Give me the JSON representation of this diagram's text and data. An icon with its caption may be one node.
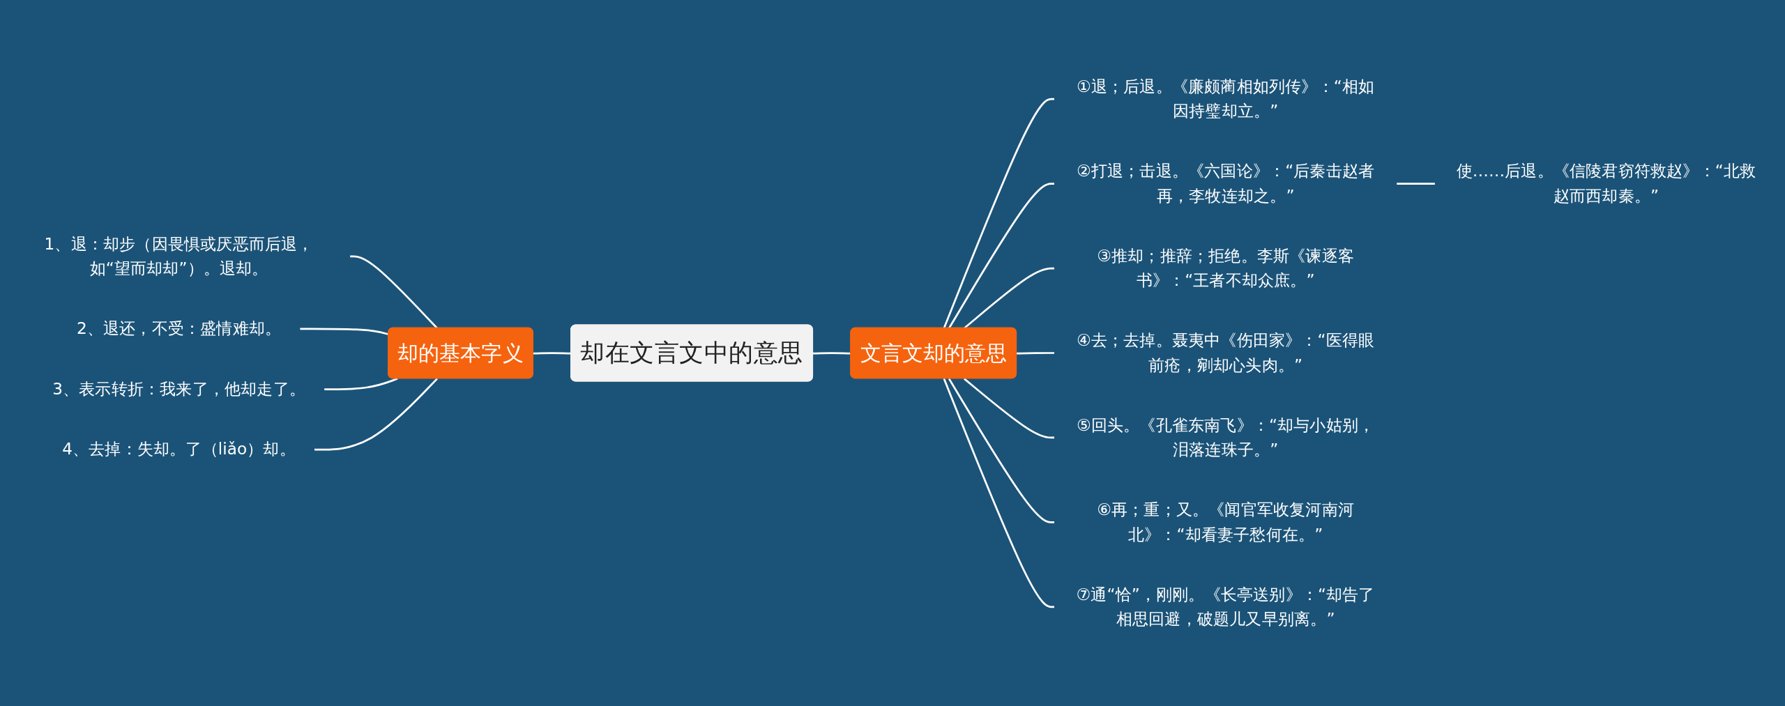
{
  "diagram": {
    "nodes": [
      {
        "text": [
          "却在文言文中的意思"
        ]
      },
      {
        "text": [
          "却的基本字义"
        ]
      },
      {
        "text": [
          "1、退：却步（因畏惧或厌恶而后退，如“望而却却”）。退却。"
        ]
      },
      {
        "text": [
          "2、退还，不受：盛情难却。"
        ]
      },
      {
        "text": [
          "3、表示转折：我来了，他却走了。"
        ]
      },
      {
        "text": [
          "4、去掉：失却。了（liǎo）却。"
        ]
      },
      {
        "text": [
          "文言文却的意思"
        ]
      },
      {
        "text": [
          "①退；后退。《廉颇蔺相如列传》：“相如因持璧却立。”"
        ]
      },
      {
        "text": [
          "②打退；击退。《六国论》：“后秦击赵者再，李牧连却之。”"
        ]
      },
      {
        "text": [
          "③推却；推辞；拒绝。李斯《谏逐客书》：“王者不却众庶。”"
        ]
      },
      {
        "text": [
          "④去；去掉。聂夷中《伤田家》：“医得眼前疮，剜却心头肉。”"
        ]
      },
      {
        "text": [
          "⑤回头。《孔雀东南飞》：“却与小姑别，泪落连珠子。”"
        ]
      },
      {
        "text": [
          "⑥再；重；又。《闻官军收复河南河北》：“却看妻子愁何在。”"
        ]
      },
      {
        "text": [
          "⑦通“恰”，刚刚。《长亭送别》：“却告了相思回避，破题儿又早别离。”"
        ]
      },
      {
        "text": [
          "使……后退。《信陵君窃符救赵》：“北救赵而西却秦。”"
        ]
      }
    ],
    "edges": [
      {
        "from": 1,
        "to": 0,
        "arrow": "none"
      },
      {
        "from": 2,
        "to": 1,
        "arrow": "none"
      },
      {
        "from": 3,
        "to": 1,
        "arrow": "none"
      },
      {
        "from": 4,
        "to": 1,
        "arrow": "none"
      },
      {
        "from": 5,
        "to": 1,
        "arrow": "none"
      },
      {
        "from": 0,
        "to": 6,
        "arrow": "none"
      },
      {
        "from": 6,
        "to": 7,
        "arrow": "none"
      },
      {
        "from": 6,
        "to": 8,
        "arrow": "none"
      },
      {
        "from": 6,
        "to": 9,
        "arrow": "none"
      },
      {
        "from": 6,
        "to": 10,
        "arrow": "none"
      },
      {
        "from": 6,
        "to": 11,
        "arrow": "none"
      },
      {
        "from": 6,
        "to": 12,
        "arrow": "none"
      },
      {
        "from": 6,
        "to": 13,
        "arrow": "none"
      },
      {
        "from": 8,
        "to": 14,
        "arrow": "none"
      }
    ]
  }
}
